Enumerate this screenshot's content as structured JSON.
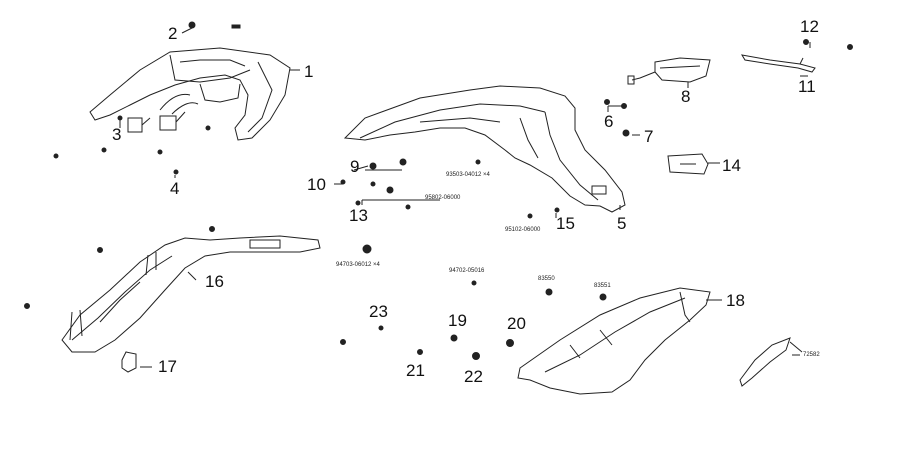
{
  "callouts": {
    "n1": "1",
    "n2": "2",
    "n3": "3",
    "n4": "4",
    "n5": "5",
    "n6": "6",
    "n7": "7",
    "n8": "8",
    "n9": "9",
    "n10": "10",
    "n11": "11",
    "n12": "12",
    "n13": "13",
    "n14": "14",
    "n15": "15",
    "n16": "16",
    "n17": "17",
    "n18": "18",
    "n19": "19",
    "n20": "20",
    "n21": "21",
    "n22": "22",
    "n23": "23"
  },
  "codes": {
    "c93503": "93503-04012 ×4",
    "c95802": "95802-06000",
    "c95102": "95102-06000",
    "c94703": "94703-06012 ×4",
    "c94702": "94702-05016",
    "c83550": "83550",
    "c83551": "83551",
    "c72582": "72582"
  }
}
